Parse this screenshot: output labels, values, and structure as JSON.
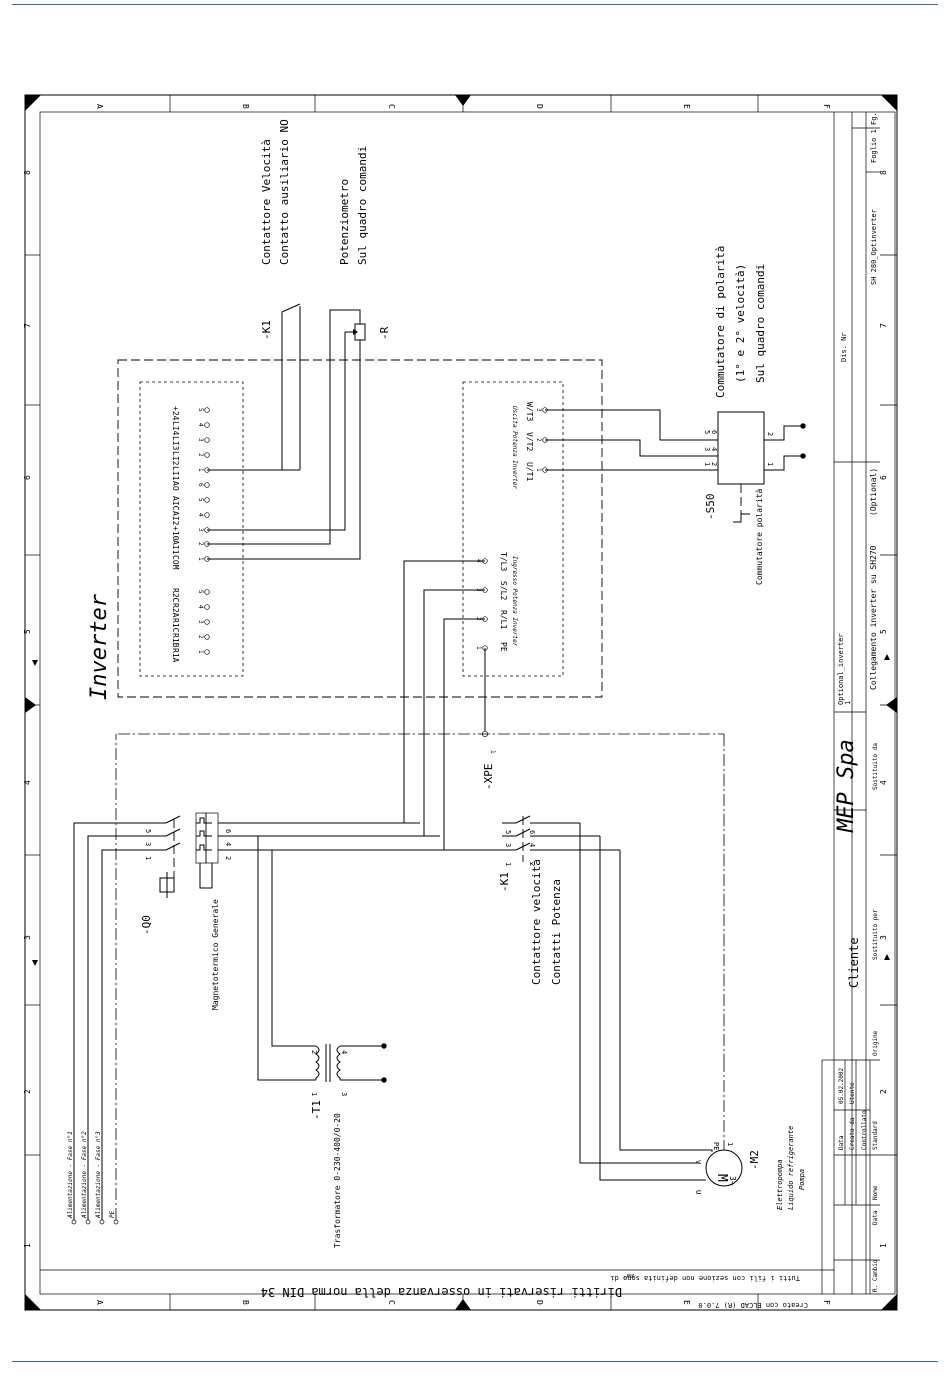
{
  "border": {
    "zones_letters": [
      "A",
      "B",
      "C",
      "D",
      "E",
      "F"
    ],
    "zones_numbers": [
      "1",
      "2",
      "3",
      "4",
      "5",
      "6",
      "7",
      "8"
    ]
  },
  "labels": {
    "contattore_vel_1": "Contattore Velocità",
    "contattore_vel_2": "Contatto ausiliario NO",
    "potenz_1": "Potenziometro",
    "potenz_2": "Sul quadro comandi",
    "k1_top": "-K1",
    "r": "-R",
    "inverter": "Inverter",
    "commutatore_1": "Commutatore di polarità",
    "commutatore_2": "(1° e 2° velocità)",
    "commutatore_3": "Sul quadro comandi",
    "s50": "-S50",
    "commutatore_pol": "Commutatore polarità",
    "uscita": "Uscita Potenza Inverter",
    "ingresso": "Ingresso Potenza Inverter",
    "xpe": "-XPE",
    "q0": "-Q0",
    "magneto": "Magnetotermico Generale",
    "k1_bottom": "-K1",
    "contatt_pot_1": "Contattore velocità",
    "contatt_pot_2": "Contatti Potenza",
    "t1": "-T1",
    "trasformatore": "Trasformatore 0-230-400/0-20",
    "m2": "-M2",
    "elettropompa_1": "Elettropompa",
    "elettropompa_2": "Liquido refrigerante",
    "elettropompa_3": "Pompa",
    "diritti": "Diritti riservati in osservanza della norma DIN 34",
    "tutti": "Tutti i fili con sezione non definita sono di",
    "mm2": "mm²",
    "creato": "Creato con ELCAD (R) 7.0.0",
    "alim1": "Alimentazione - Fase n°1",
    "alim2": "Alimentazione - Fase n°2",
    "alim3": "Alimentazione - Fase n°3",
    "pe": "PE"
  },
  "terminals_left": [
    "R1A",
    "R1B",
    "R1C",
    "R2A",
    "R2C",
    "COM",
    "AI1",
    "+10",
    "AI2",
    "AIC",
    "AO",
    "LI1",
    "LI2",
    "LI3",
    "LI4",
    "+24"
  ],
  "terminals_left_nums": [
    "1",
    "2",
    "3",
    "4",
    "5",
    "1",
    "2",
    "3",
    "4",
    "5",
    "6",
    "1",
    "2",
    "3",
    "4",
    "5"
  ],
  "terminals_power_in": [
    "PE",
    "R/L1",
    "S/L2",
    "T/L3"
  ],
  "terminals_power_out": [
    "U/T1",
    "V/T2",
    "W/T3"
  ],
  "power_nums": [
    "1",
    "2",
    "3",
    "4",
    "1",
    "2",
    "3"
  ],
  "s50_term": [
    "1",
    "2",
    "3",
    "4",
    "5",
    "6"
  ],
  "s50_out": [
    "1",
    "2"
  ],
  "q0_nums": [
    "1",
    "3",
    "5",
    "2",
    "4",
    "6"
  ],
  "k1_nums": [
    "1",
    "3",
    "5",
    "2",
    "4",
    "6"
  ],
  "t1_nums": [
    "1",
    "2",
    "3",
    "4"
  ],
  "m2_marks": [
    "U",
    "V",
    "M",
    "3~",
    "PE",
    "1"
  ],
  "xpe_num": "1",
  "title_block": {
    "company": "MEP Spa",
    "client": "Cliente",
    "drawing": "Collegamento inverter su SH270",
    "optional": "(Optional)",
    "file": "Optional_inverter",
    "file_no": "1",
    "dis_label": "Dis. Nr",
    "dis_no": "SH 280_Optinverter",
    "foglio": "Foglio 1",
    "fg": "Fg.",
    "data_label": "Data",
    "data_val": "05.02.2002",
    "creato_label": "Creato da",
    "creato_val": "Utente",
    "controllato": "Controllato",
    "nome_label": "Nome",
    "nome_val": "Standard",
    "origine": "Origine",
    "sostituito_per": "Sostituito per",
    "sostituito_da": "Sostituito da",
    "r_cambio": "R. Cambio",
    "data2": "Data"
  }
}
